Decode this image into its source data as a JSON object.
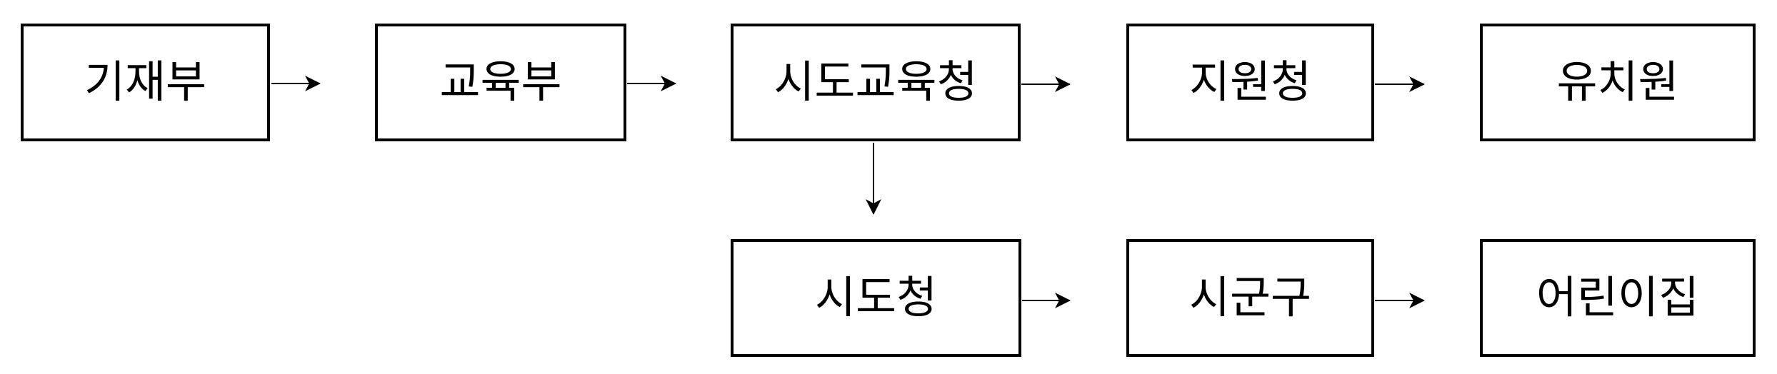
{
  "diagram": {
    "title": "funding-flow-diagram",
    "background_color": "#ffffff",
    "line_color": "#000000",
    "nodes": [
      {
        "id": "finance-ministry",
        "label": "기재부",
        "row": 1,
        "col": 1
      },
      {
        "id": "education-ministry",
        "label": "교육부",
        "row": 1,
        "col": 2
      },
      {
        "id": "provincial-education-office",
        "label": "시도교육청",
        "row": 1,
        "col": 3
      },
      {
        "id": "district-education-office",
        "label": "지원청",
        "row": 1,
        "col": 4
      },
      {
        "id": "kindergarten",
        "label": "유치원",
        "row": 1,
        "col": 5
      },
      {
        "id": "provincial-government",
        "label": "시도청",
        "row": 2,
        "col": 3
      },
      {
        "id": "city-county-district",
        "label": "시군구",
        "row": 2,
        "col": 4
      },
      {
        "id": "daycare-center",
        "label": "어린이집",
        "row": 2,
        "col": 5
      }
    ],
    "edges": [
      {
        "from": "기재부",
        "to": "교육부",
        "direction": "right"
      },
      {
        "from": "교육부",
        "to": "시도교육청",
        "direction": "right"
      },
      {
        "from": "시도교육청",
        "to": "지원청",
        "direction": "right"
      },
      {
        "from": "지원청",
        "to": "유치원",
        "direction": "right"
      },
      {
        "from": "시도교육청",
        "to": "시도청",
        "direction": "down"
      },
      {
        "from": "시도청",
        "to": "시군구",
        "direction": "right"
      },
      {
        "from": "시군구",
        "to": "어린이집",
        "direction": "right"
      }
    ]
  }
}
